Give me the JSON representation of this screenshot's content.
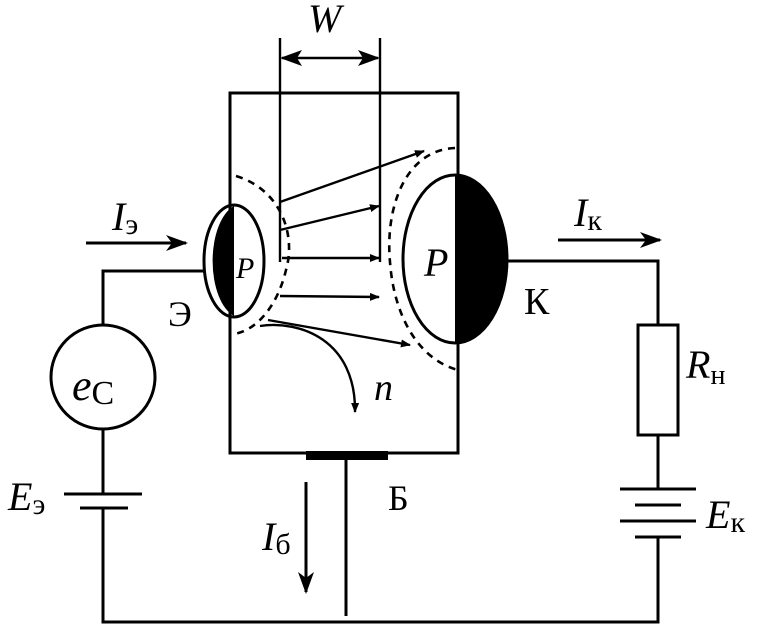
{
  "labels": {
    "width": "W",
    "emitter_current": {
      "main": "I",
      "sub": "э"
    },
    "collector_current": {
      "main": "I",
      "sub": "к"
    },
    "base_current": {
      "main": "I",
      "sub": "б"
    },
    "emitter_p": "P",
    "collector_p": "P",
    "emitter": "Э",
    "collector": "К",
    "base": "Б",
    "n_region": "n",
    "source": {
      "main": "e",
      "sub": "С"
    },
    "emitter_emf": {
      "main": "E",
      "sub": "э"
    },
    "collector_emf": {
      "main": "E",
      "sub": "к"
    },
    "load": {
      "main": "R",
      "sub": "н"
    }
  }
}
